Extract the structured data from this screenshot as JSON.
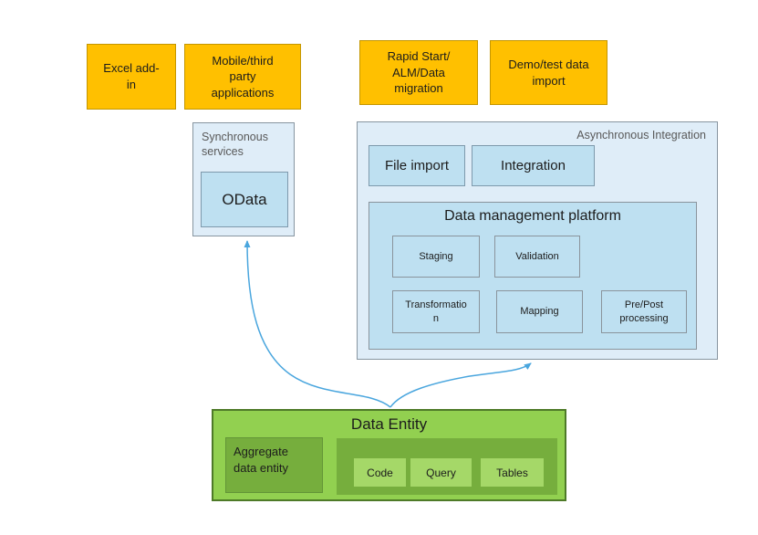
{
  "diagram": {
    "description": "Data entity integration architecture diagram"
  },
  "colors": {
    "background": "#FFFFFF",
    "source_box_fill": "#FFC000",
    "source_box_border": "#C49600",
    "blue_container_fill": "#DFEDF8",
    "blue_container_border": "#8795A0",
    "blue_box_fill": "#BEE0F1",
    "blue_box_border": "#7E99AC",
    "green_main_fill": "#92D050",
    "green_main_border": "#4E7A28",
    "green_dark_fill": "#76AE3D",
    "green_light_fill": "#A5D868",
    "arrow_color": "#4AA6DE",
    "container_label_color": "#595959",
    "text_color": "#1C1C1C"
  },
  "top_boxes": [
    {
      "label": "Excel add-\nin"
    },
    {
      "label": "Mobile/third\nparty\napplications"
    },
    {
      "label": "Rapid Start/\nALM/Data\nmigration"
    },
    {
      "label": "Demo/test data\nimport"
    }
  ],
  "sync": {
    "label": "Synchronous\nservices",
    "odata_label": "OData"
  },
  "async": {
    "label": "Asynchronous Integration",
    "file_import_label": "File import",
    "integration_label": "Integration",
    "dmp": {
      "title": "Data management platform",
      "items": [
        {
          "label": "Staging"
        },
        {
          "label": "Validation"
        },
        {
          "label": "Transformatio\nn"
        },
        {
          "label": "Mapping"
        },
        {
          "label": "Pre/Post\nprocessing"
        }
      ]
    }
  },
  "entity": {
    "title": "Data Entity",
    "aggregate_label": "Aggregate\ndata entity",
    "components": [
      {
        "label": "Code"
      },
      {
        "label": "Query"
      },
      {
        "label": "Tables"
      }
    ]
  },
  "arrows": [
    {
      "name": "entity-to-odata"
    },
    {
      "name": "entity-to-async-integration"
    }
  ]
}
